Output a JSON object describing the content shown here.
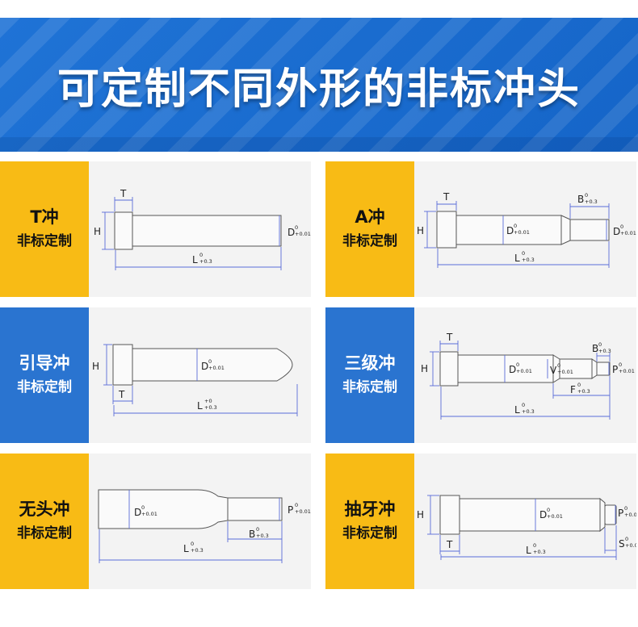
{
  "banner": {
    "title": "可定制不同外形的非标冲头"
  },
  "cards": [
    {
      "line1": "T冲",
      "line2": "非标定制"
    },
    {
      "line1": "A冲",
      "line2": "非标定制"
    },
    {
      "line1": "引导冲",
      "line2": "非标定制"
    },
    {
      "line1": "三级冲",
      "line2": "非标定制"
    },
    {
      "line1": "无头冲",
      "line2": "非标定制"
    },
    {
      "line1": "抽牙冲",
      "line2": "非标定制"
    }
  ],
  "dims": {
    "T": "T",
    "H": "H",
    "D": "D",
    "L": "L",
    "B": "B",
    "V": "V",
    "F": "F",
    "P": "P",
    "S": "S",
    "tol_0": "0",
    "tol_001": "+0.01",
    "tol_03": "+0.3",
    "tol_plus0": "+0"
  },
  "colors": {
    "banner": "#1f73d6",
    "yellow": "#f8bb15",
    "blue": "#2a74d0",
    "dim_line": "#5a6cd8"
  }
}
